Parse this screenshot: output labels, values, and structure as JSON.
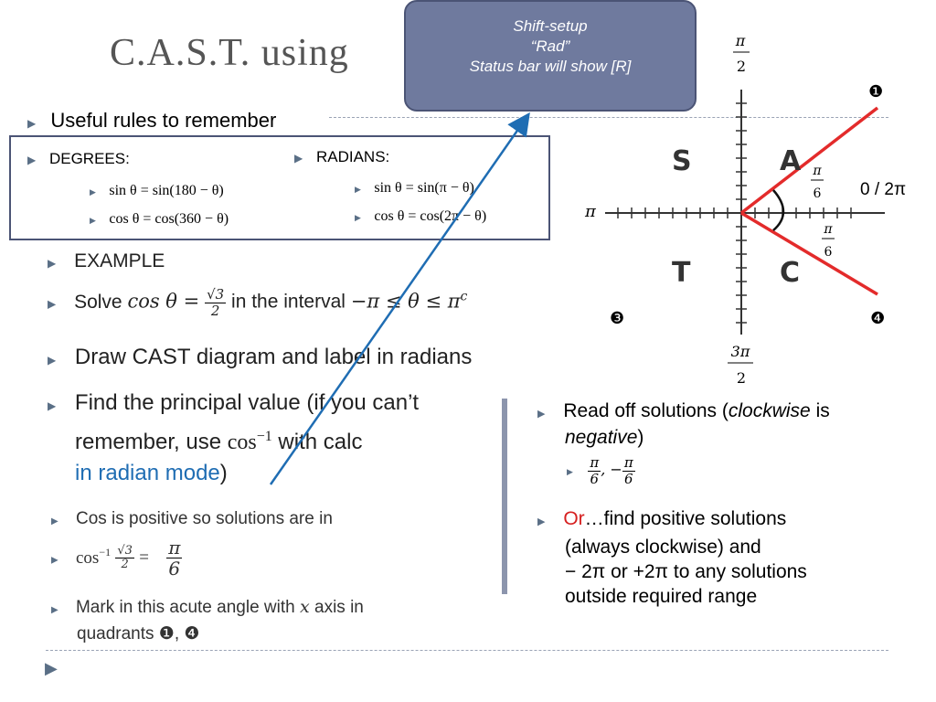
{
  "title": "C.A.S.T. using",
  "callout": {
    "line1": "Shift-setup",
    "line2": "“Rad”",
    "line3": "Status bar will show [R]"
  },
  "rules": {
    "heading": "Useful rules to remember",
    "degrees_label": "DEGREES:",
    "radians_label": "RADIANS:",
    "deg_sin": "sin θ = sin(180 − θ)",
    "deg_cos": "cos θ = cos(360  − θ)",
    "rad_sin": "sin θ = sin(π − θ)",
    "rad_cos": "cos θ = cos(2π  − θ)"
  },
  "left": {
    "example": "EXAMPLE",
    "solve_pre": "Solve ",
    "solve_mid": " in the interval ",
    "interval": "−π ≤ θ ≤ π",
    "interval_sup": "c",
    "cos_theta": "cos θ =",
    "sqrt3": "√3",
    "two": "2",
    "draw": "Draw CAST diagram and label in radians",
    "find1": "Find the principal value (if you can’t",
    "find2_pre": "remember, use ",
    "find2_cos": "cos",
    "find2_sup": "−1",
    "find2_post": "  with calc",
    "find3_blue": "in radian mode",
    "find3_post": ")",
    "cos_positive": "Cos is positive so solutions are in",
    "cosinv": "cos",
    "cosinv_sup": "−1",
    "eq": " =",
    "pi": "π",
    "six": "6",
    "mark1": "Mark in this acute angle with ",
    "mark_x": "x",
    "mark2": " axis in",
    "mark3": "quadrants ❶, ❹"
  },
  "right": {
    "read_pre": "Read off solutions (",
    "read_italic": "clockwise",
    "read_post": " is",
    "negative": "negative",
    "neg_close": ")",
    "sol_pi": "π",
    "sol_six": "6",
    "sol_sep": ", −",
    "or_red": "Or",
    "or_rest": "…find positive solutions",
    "always": "(always clockwise) and",
    "minus2pi": "− 2π or +2π to any solutions",
    "outside": "outside required range"
  },
  "diagram": {
    "top_pi": "π",
    "top_2": "2",
    "bottom_3pi": "3π",
    "bottom_2": "2",
    "left_pi": "π",
    "right_label": "0 / 2π",
    "S": "S",
    "A": "A",
    "T": "T",
    "C": "C",
    "angle_pi": "π",
    "angle_six": "6",
    "q1": "❶",
    "q3": "❸",
    "q4": "❹",
    "line_color": "#e32b2b",
    "arrow_color": "#1f6db3"
  }
}
